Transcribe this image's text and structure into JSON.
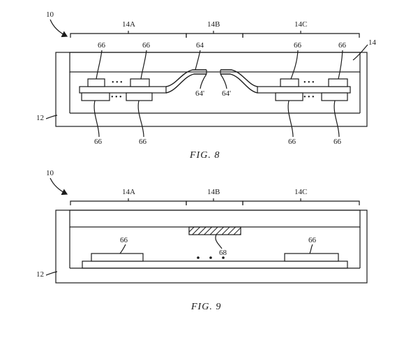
{
  "figures": [
    {
      "caption": "FIG. 8",
      "device_ref": "10",
      "housing_ref": "12",
      "display_ref": "14",
      "regions": [
        "14A",
        "14B",
        "14C"
      ],
      "component_ref": "66",
      "trace_ref": "64",
      "trace_ref_prime": "64'",
      "ellipsis": "• • •"
    },
    {
      "caption": "FIG. 9",
      "device_ref": "10",
      "housing_ref": "12",
      "regions": [
        "14A",
        "14B",
        "14C"
      ],
      "component_ref": "66",
      "hinge_ref": "68"
    }
  ]
}
